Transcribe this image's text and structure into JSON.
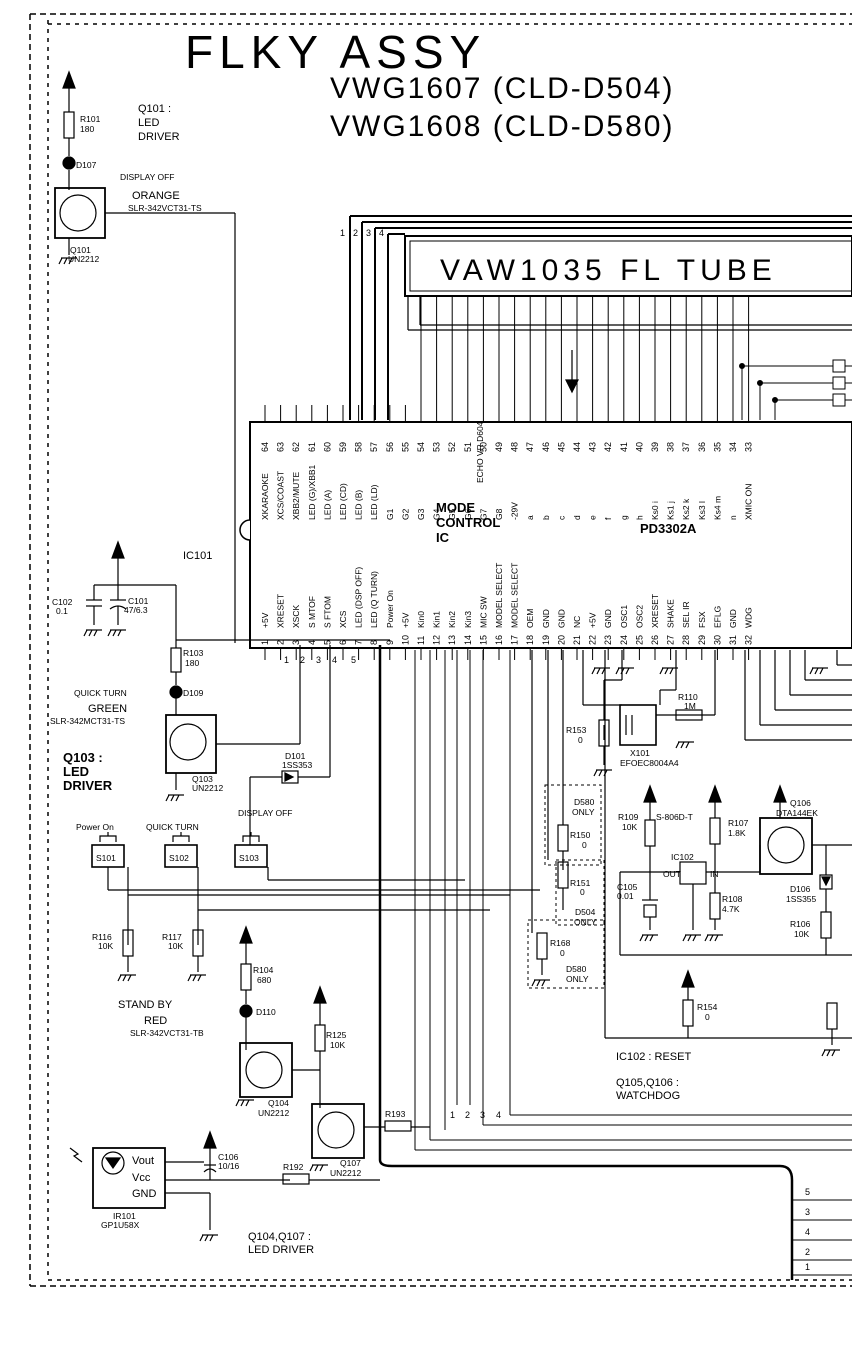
{
  "title": "FLKY ASSY",
  "models": [
    "VWG1607  (CLD-D504)",
    "VWG1608  (CLD-D580)"
  ],
  "fl_tube": "VAW1035  FL  TUBE",
  "ic": {
    "ref": "IC101",
    "name": "PD3302A",
    "func": [
      "MODE",
      "CONTROL",
      "IC"
    ]
  },
  "top_pins": [
    {
      "n": "64",
      "s": "XKARAOKE"
    },
    {
      "n": "63",
      "s": "XCS/COAST"
    },
    {
      "n": "62",
      "s": "XBB2/MUTE"
    },
    {
      "n": "61",
      "s": "LED (G)/XBB1"
    },
    {
      "n": "60",
      "s": "LED (A)"
    },
    {
      "n": "59",
      "s": "LED (CD)"
    },
    {
      "n": "58",
      "s": "LED (B)"
    },
    {
      "n": "57",
      "s": "LED (LD)"
    },
    {
      "n": "56",
      "s": "G1"
    },
    {
      "n": "55",
      "s": "G2"
    },
    {
      "n": "54",
      "s": "G3"
    },
    {
      "n": "53",
      "s": "G4"
    },
    {
      "n": "52",
      "s": "G5"
    },
    {
      "n": "51",
      "s": "G6"
    },
    {
      "n": "50",
      "s": "G7"
    },
    {
      "n": "49",
      "s": "G8"
    },
    {
      "n": "48",
      "s": "-29V"
    },
    {
      "n": "47",
      "s": "a"
    },
    {
      "n": "46",
      "s": "b"
    },
    {
      "n": "45",
      "s": "c"
    },
    {
      "n": "44",
      "s": "d"
    },
    {
      "n": "43",
      "s": "e"
    },
    {
      "n": "42",
      "s": "f"
    },
    {
      "n": "41",
      "s": "g"
    },
    {
      "n": "40",
      "s": "h"
    },
    {
      "n": "39",
      "s": "Ks0 i"
    },
    {
      "n": "38",
      "s": "Ks1 j"
    },
    {
      "n": "37",
      "s": "Ks2 k"
    },
    {
      "n": "36",
      "s": "Ks3 l"
    },
    {
      "n": "35",
      "s": "Ks4 m"
    },
    {
      "n": "34",
      "s": "n"
    },
    {
      "n": "33",
      "s": "XMIC ON"
    }
  ],
  "bottom_pins": [
    {
      "n": "1",
      "s": "+5V"
    },
    {
      "n": "2",
      "s": "XRESET"
    },
    {
      "n": "3",
      "s": "XSCK"
    },
    {
      "n": "4",
      "s": "S MTOF"
    },
    {
      "n": "5",
      "s": "S FTOM"
    },
    {
      "n": "6",
      "s": "XCS"
    },
    {
      "n": "7",
      "s": "LED (DSP OFF)"
    },
    {
      "n": "8",
      "s": "LED (Q TURN)"
    },
    {
      "n": "9",
      "s": "Power On"
    },
    {
      "n": "10",
      "s": "+5V"
    },
    {
      "n": "11",
      "s": "Kin0"
    },
    {
      "n": "12",
      "s": "Kin1"
    },
    {
      "n": "13",
      "s": "Kin2"
    },
    {
      "n": "14",
      "s": "Kin3"
    },
    {
      "n": "15",
      "s": "MIC SW"
    },
    {
      "n": "16",
      "s": "MODEL SELECT"
    },
    {
      "n": "17",
      "s": "MODEL SELECT"
    },
    {
      "n": "18",
      "s": "OEM"
    },
    {
      "n": "19",
      "s": "GND"
    },
    {
      "n": "20",
      "s": "GND"
    },
    {
      "n": "21",
      "s": "NC"
    },
    {
      "n": "22",
      "s": "+5V"
    },
    {
      "n": "23",
      "s": "GND"
    },
    {
      "n": "24",
      "s": "OSC1"
    },
    {
      "n": "25",
      "s": "OSC2"
    },
    {
      "n": "26",
      "s": "XRESET"
    },
    {
      "n": "27",
      "s": "SHAKE"
    },
    {
      "n": "28",
      "s": "SEL IR"
    },
    {
      "n": "29",
      "s": "FSX"
    },
    {
      "n": "30",
      "s": "EFLG"
    },
    {
      "n": "31",
      "s": "GND"
    },
    {
      "n": "32",
      "s": "WDG"
    }
  ],
  "notes": {
    "q101": [
      "Q101 :",
      "LED",
      "DRIVER"
    ],
    "q103": [
      "Q103 :",
      "LED",
      "DRIVER"
    ],
    "q104_107": [
      "Q104,Q107 :",
      "LED DRIVER"
    ],
    "ic102": "IC102 : RESET",
    "q105_106": [
      "Q105,Q106 :",
      "WATCHDOG"
    ]
  },
  "leds": {
    "display_off": [
      "DISPLAY OFF",
      "ORANGE",
      "SLR-342VCT31-TS"
    ],
    "quick_turn": [
      "QUICK TURN",
      "GREEN",
      "SLR-342MCT31-TS"
    ],
    "stand_by": [
      "STAND  BY",
      "RED",
      "SLR-342VCT31-TB"
    ]
  },
  "switches": [
    {
      "label": "Power On",
      "ref": "S101"
    },
    {
      "label": "QUICK TURN",
      "ref": "S102"
    },
    {
      "label": "DISPLAY OFF",
      "ref": "S103"
    }
  ],
  "parts": {
    "R101": [
      "R101",
      "180"
    ],
    "D107": "D107",
    "Q101": [
      "Q101",
      "UN2212"
    ],
    "C102": [
      "C102",
      "0.1"
    ],
    "C101": [
      "C101",
      "47/6.3"
    ],
    "R103": [
      "R103",
      "180"
    ],
    "D109": "D109",
    "Q103": [
      "Q103",
      "UN2212"
    ],
    "D101": [
      "D101",
      "1SS353"
    ],
    "R116": [
      "R116",
      "10K"
    ],
    "R117": [
      "R117",
      "10K"
    ],
    "R104": [
      "R104",
      "680"
    ],
    "D110": "D110",
    "Q104": [
      "Q104",
      "UN2212"
    ],
    "R125": [
      "R125",
      "10K"
    ],
    "Q107": [
      "Q107",
      "UN2212"
    ],
    "R193": "R193",
    "R192": "R192",
    "C106": [
      "C106",
      "10/16"
    ],
    "IR101": [
      "IR101",
      "GP1U58X"
    ],
    "ir_pins": [
      "Vout",
      "Vcc",
      "GND"
    ],
    "R110": [
      "R110",
      "1M"
    ],
    "X101": [
      "X101",
      "EFOEC8004A4"
    ],
    "R153": [
      "R153",
      "0"
    ],
    "D580_only": [
      "D580",
      "ONLY"
    ],
    "R150": [
      "R150",
      "0"
    ],
    "R151": [
      "R151",
      "0"
    ],
    "D504_only": [
      "D504",
      "ONLY"
    ],
    "R168": [
      "R168",
      "0"
    ],
    "D580_only2": [
      "D580",
      "ONLY"
    ],
    "R109": [
      "R109",
      "10K"
    ],
    "S806": "S-806D-T",
    "R107": [
      "R107",
      "1.8K"
    ],
    "IC102": "IC102",
    "out_in": [
      "OUT",
      "IN"
    ],
    "C105": [
      "C105",
      "0.01"
    ],
    "R108": [
      "R108",
      "4.7K"
    ],
    "Q106": [
      "Q106",
      "DTA144EK"
    ],
    "D106": [
      "D106",
      "1SS355"
    ],
    "R106": [
      "R106",
      "10K"
    ],
    "R154": [
      "R154",
      "0"
    ]
  },
  "connector_top": [
    "1",
    "2",
    "3",
    "4"
  ],
  "connector_mid": [
    "1",
    "2",
    "3",
    "4",
    "5"
  ],
  "connector_bot": [
    "1",
    "2",
    "3",
    "4"
  ],
  "connector_right": [
    "5",
    "3",
    "4",
    "2",
    "1"
  ],
  "echo_label": "ECHO VR D604"
}
